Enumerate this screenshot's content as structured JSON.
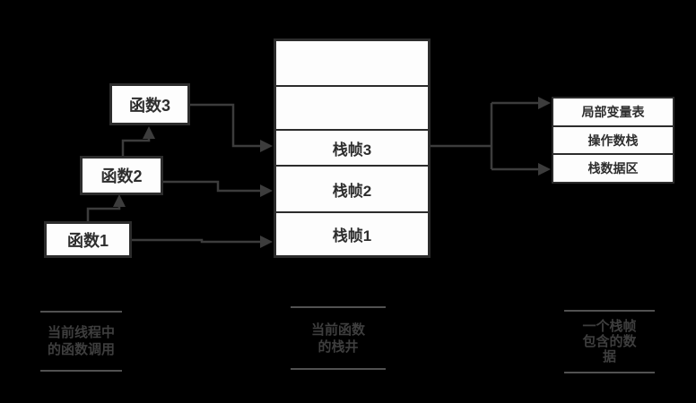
{
  "diagram": {
    "title": "jvm-stack-frame-diagram",
    "colors": {
      "background": "#000000",
      "box_fill": "#fdfdfd",
      "box_border": "#2c2c2c",
      "arrow": "#3c3c3c",
      "caption_text": "#3e3e3e",
      "caption_rule": "#515151"
    },
    "function_boxes": [
      {
        "label": "函数3"
      },
      {
        "label": "函数2"
      },
      {
        "label": "函数1"
      }
    ],
    "stack": {
      "cells": [
        "",
        "",
        "栈帧3",
        "栈帧2",
        "栈帧1"
      ]
    },
    "frame_contents": [
      {
        "label": "局部变量表"
      },
      {
        "label": "操作数栈"
      },
      {
        "label": "栈数据区"
      }
    ],
    "captions": [
      {
        "lines": [
          "当前线程中",
          "的函数调用"
        ]
      },
      {
        "lines": [
          "当前函数",
          "的栈井"
        ]
      },
      {
        "lines": [
          "一个栈帧",
          "包含的数",
          "据"
        ]
      }
    ]
  }
}
